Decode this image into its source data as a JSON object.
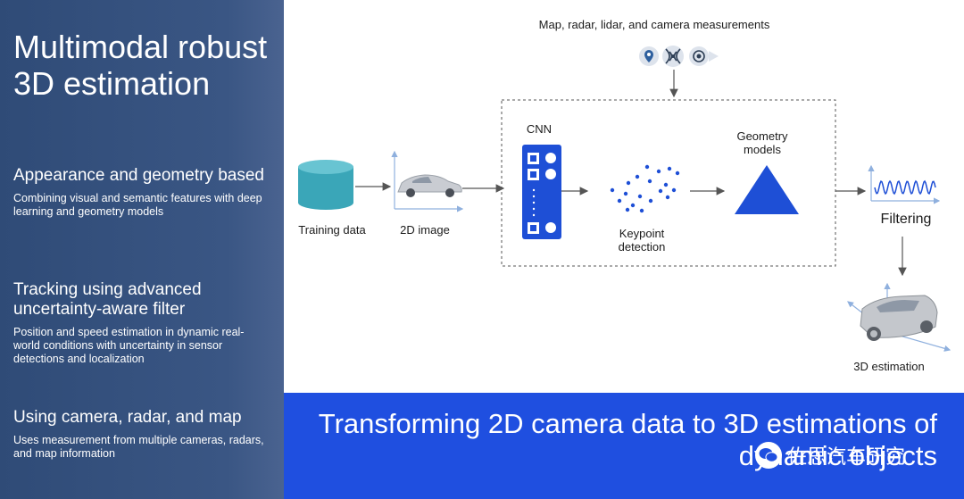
{
  "left": {
    "title": "Multimodal robust 3D estimation",
    "sections": [
      {
        "heading": "Appearance and geometry based",
        "body": "Combining visual and semantic features with deep learning and geometry models"
      },
      {
        "heading": "Tracking using advanced uncertainty-aware filter",
        "body": "Position and speed estimation in dynamic real-world conditions with uncertainty in sensor detections and localization"
      },
      {
        "heading": "Using camera, radar, and map",
        "body": "Uses measurement from multiple cameras, radars, and map information"
      }
    ]
  },
  "diagram": {
    "sensors_label": "Map, radar, lidar, and camera measurements",
    "training_label": "Training data",
    "image2d_label": "2D image",
    "cnn_label": "CNN",
    "keypoint_label": "Keypoint detection",
    "geometry_label": "Geometry models",
    "filtering_label": "Filtering",
    "estimation_label": "3D estimation"
  },
  "banner": {
    "text": "Transforming 2D camera data to 3D estimations of dynamic objects",
    "watermark": "佐思汽车研究"
  },
  "colors": {
    "panel": "#34507d",
    "banner": "#1f4fe0",
    "accent": "#1e4fd6",
    "cylinder": "#3aa6b8"
  }
}
